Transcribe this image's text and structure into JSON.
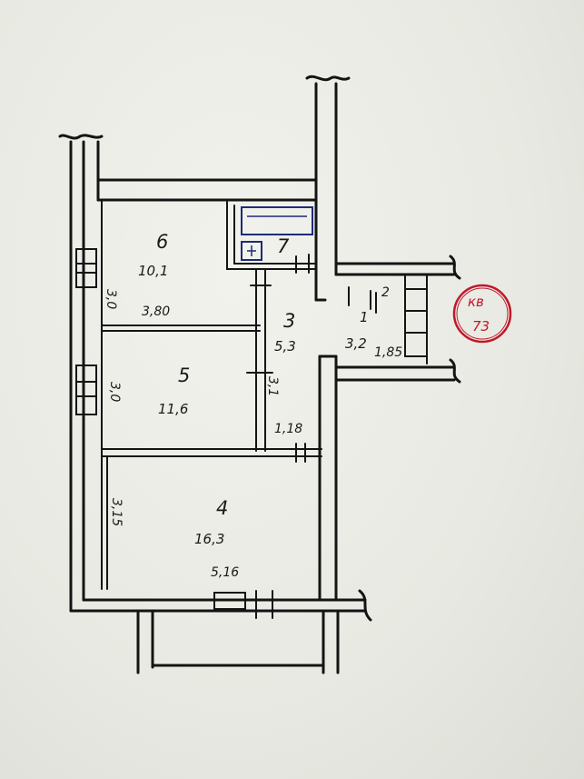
{
  "rooms": [
    {
      "number": "6",
      "area": "10,1"
    },
    {
      "number": "7",
      "area": ""
    },
    {
      "number": "3",
      "area": "5,3"
    },
    {
      "number": "1",
      "area": "3,2"
    },
    {
      "number": "5",
      "area": "11,6"
    },
    {
      "number": "4",
      "area": "16,3"
    }
  ],
  "dimensions": {
    "room6_width": "3,80",
    "room6_depth": "3,0",
    "room5_depth": "3,0",
    "room5_side": "3,1",
    "room4_depth": "3,15",
    "room4_width": "5,16",
    "corridor_width": "1,18",
    "hall_width": "1,85",
    "entry_small": "2"
  },
  "stamp": {
    "line1": "кв",
    "line2": "73"
  },
  "colors": {
    "ink": "#141414",
    "stamp": "#c0182a",
    "bath_ink": "#1f2a78"
  }
}
